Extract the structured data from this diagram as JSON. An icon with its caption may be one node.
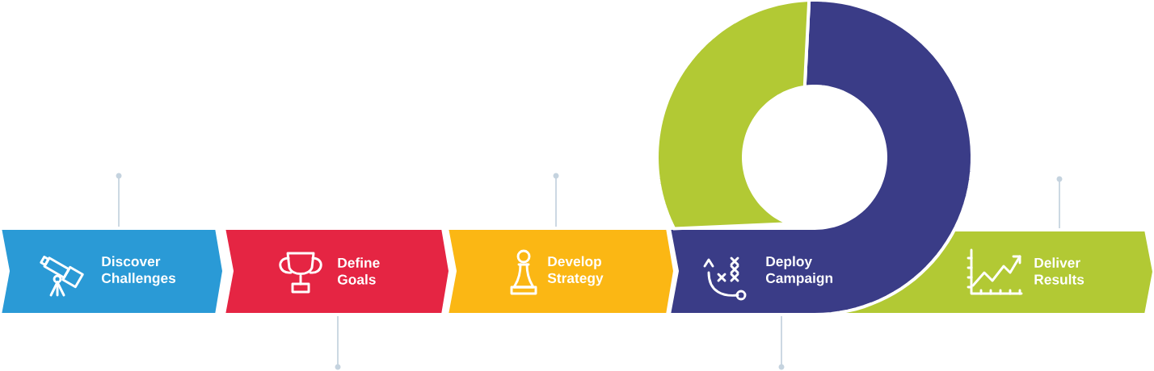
{
  "diagram": {
    "nodes": [
      {
        "text": [
          "Discover Challenges"
        ]
      },
      {
        "text": [
          "Define Goals"
        ]
      },
      {
        "text": [
          "Develop Strategy"
        ]
      },
      {
        "text": [
          "Deploy Campaign"
        ]
      },
      {
        "text": [
          "Deliver Results"
        ]
      }
    ]
  }
}
